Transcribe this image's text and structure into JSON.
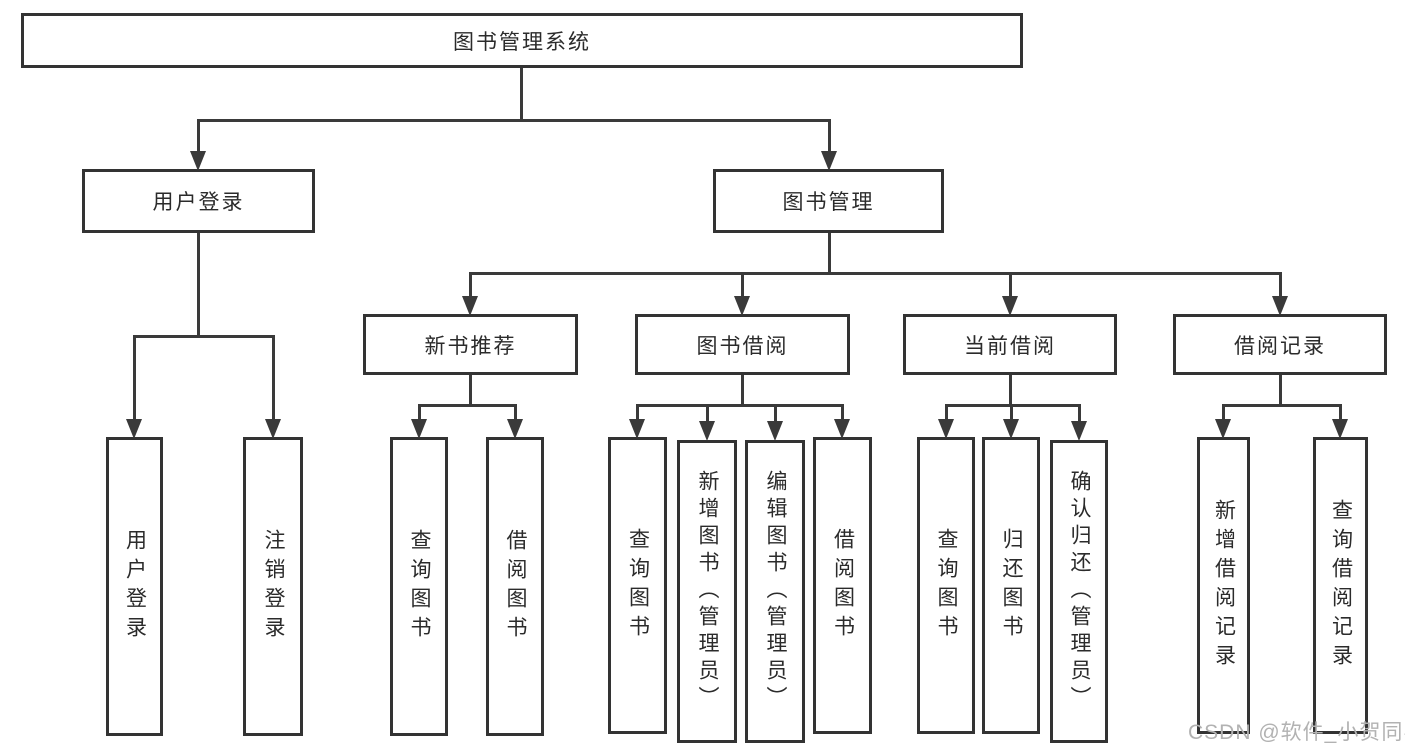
{
  "tree": {
    "root": "图书管理系统",
    "children": [
      {
        "label": "用户登录",
        "children": [
          "用户登录",
          "注销登录"
        ]
      },
      {
        "label": "图书管理",
        "children": [
          {
            "label": "新书推荐",
            "children": [
              "查询图书",
              "借阅图书"
            ]
          },
          {
            "label": "图书借阅",
            "children": [
              "查询图书",
              "新增图书（管理员）",
              "编辑图书（管理员）",
              "借阅图书"
            ]
          },
          {
            "label": "当前借阅",
            "children": [
              "查询图书",
              "归还图书",
              "确认归还（管理员）"
            ]
          },
          {
            "label": "借阅记录",
            "children": [
              "新增借阅记录",
              "查询借阅记录"
            ]
          }
        ]
      }
    ]
  },
  "watermark": {
    "text": "CSDN @软件_小贺同学"
  },
  "colors": {
    "line": "#3a3a3a",
    "border": "#333333",
    "text": "#2b2b2b",
    "watermark": "#b2b2b2",
    "background": "#ffffff"
  }
}
